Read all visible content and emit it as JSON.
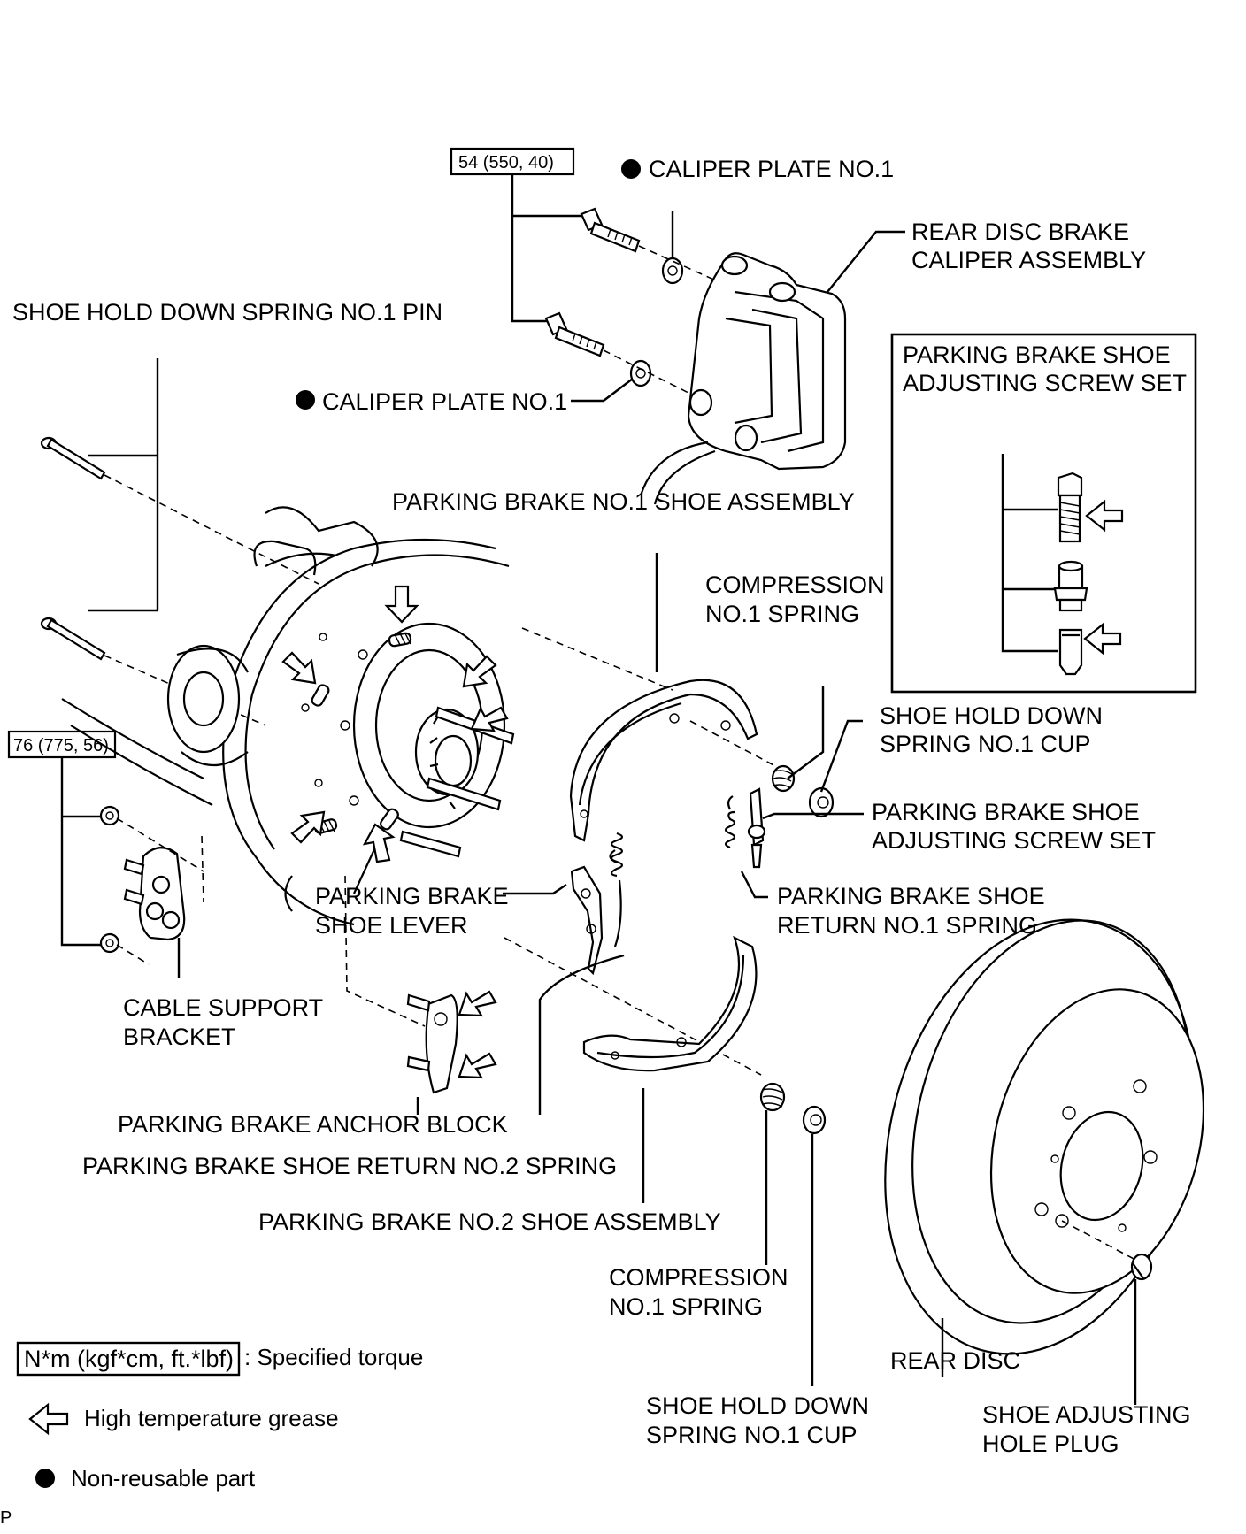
{
  "torque_boxes": {
    "caliper_bolts": "54 (550, 40)",
    "cable_bracket": "76 (775, 56)"
  },
  "labels": {
    "caliper_plate_top": "CALIPER PLATE NO.1",
    "caliper_plate_mid": "CALIPER PLATE NO.1",
    "rear_disc_brake_caliper_1": "REAR DISC BRAKE",
    "rear_disc_brake_caliper_2": "CALIPER ASSEMBLY",
    "shoe_hold_down_pin": "SHOE HOLD DOWN SPRING NO.1 PIN",
    "pb_no1_shoe_assembly": "PARKING BRAKE NO.1 SHOE ASSEMBLY",
    "compression_spring_top_1": "COMPRESSION",
    "compression_spring_top_2": "NO.1 SPRING",
    "shoe_hold_down_cup_top_1": "SHOE HOLD DOWN",
    "shoe_hold_down_cup_top_2": "SPRING NO.1 CUP",
    "adjusting_screw_set_1": "PARKING BRAKE SHOE",
    "adjusting_screw_set_2": "ADJUSTING SCREW SET",
    "return_no1_spring_1": "PARKING BRAKE SHOE",
    "return_no1_spring_2": "RETURN NO.1 SPRING",
    "shoe_lever_1": "PARKING BRAKE",
    "shoe_lever_2": "SHOE LEVER",
    "cable_support_bracket_1": "CABLE SUPPORT",
    "cable_support_bracket_2": "BRACKET",
    "anchor_block": "PARKING BRAKE ANCHOR BLOCK",
    "return_no2_spring": "PARKING BRAKE SHOE RETURN NO.2 SPRING",
    "pb_no2_shoe_assembly": "PARKING BRAKE NO.2 SHOE ASSEMBLY",
    "compression_spring_bottom_1": "COMPRESSION",
    "compression_spring_bottom_2": "NO.1 SPRING",
    "shoe_hold_down_cup_bottom_1": "SHOE HOLD DOWN",
    "shoe_hold_down_cup_bottom_2": "SPRING NO.1 CUP",
    "rear_disc": "REAR DISC",
    "shoe_adjusting_hole_plug_1": "SHOE ADJUSTING",
    "shoe_adjusting_hole_plug_2": "HOLE PLUG"
  },
  "inset": {
    "title_1": "PARKING BRAKE SHOE",
    "title_2": "ADJUSTING SCREW SET"
  },
  "legend": {
    "torque_unit": "N*m (kgf*cm, ft.*lbf)",
    "torque_text": ": Specified torque",
    "grease_text": "High temperature grease",
    "nonreusable_text": "Non-reusable part"
  },
  "corner_mark": "P"
}
